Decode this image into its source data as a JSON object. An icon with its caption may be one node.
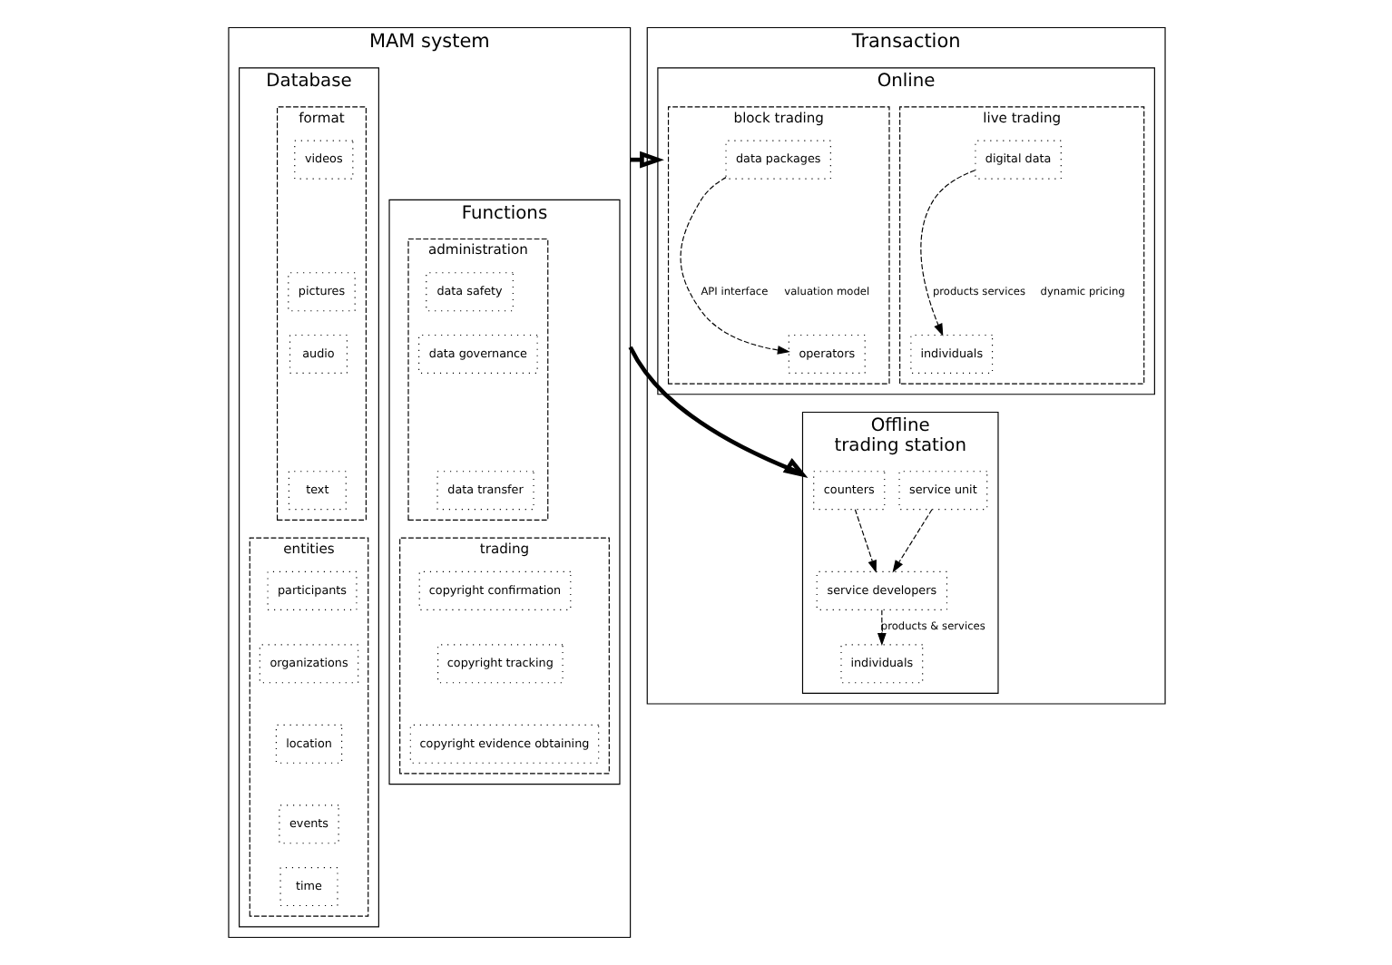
{
  "diagram": {
    "nodes": [
      {
        "text": [
          "MAM system"
        ]
      },
      {
        "text": [
          "Database"
        ],
        "in": 0
      },
      {
        "text": [
          "format"
        ],
        "in": 1
      },
      {
        "text": [
          "videos"
        ],
        "in": 2
      },
      {
        "text": [
          "pictures"
        ],
        "in": 2
      },
      {
        "text": [
          "audio"
        ],
        "in": 2
      },
      {
        "text": [
          "text"
        ],
        "in": 2
      },
      {
        "text": [
          "entities"
        ],
        "in": 1
      },
      {
        "text": [
          "participants"
        ],
        "in": 7
      },
      {
        "text": [
          "organizations"
        ],
        "in": 7
      },
      {
        "text": [
          "location"
        ],
        "in": 7
      },
      {
        "text": [
          "events"
        ],
        "in": 7
      },
      {
        "text": [
          "time"
        ],
        "in": 7
      },
      {
        "text": [
          "Functions"
        ],
        "in": 0
      },
      {
        "text": [
          "administration"
        ],
        "in": 13
      },
      {
        "text": [
          "data safety"
        ],
        "in": 14
      },
      {
        "text": [
          "data governance"
        ],
        "in": 14
      },
      {
        "text": [
          "data transfer"
        ],
        "in": 14
      },
      {
        "text": [
          "trading"
        ],
        "in": 13
      },
      {
        "text": [
          "copyright confirmation"
        ],
        "in": 18
      },
      {
        "text": [
          "copyright tracking"
        ],
        "in": 18
      },
      {
        "text": [
          "copyright evidence obtaining"
        ],
        "in": 18
      },
      {
        "text": [
          "Transaction"
        ]
      },
      {
        "text": [
          "Online"
        ],
        "in": 22
      },
      {
        "text": [
          "block trading"
        ],
        "in": 23
      },
      {
        "text": [
          "data packages"
        ],
        "in": 24
      },
      {
        "text": [
          "operators"
        ],
        "in": 24
      },
      {
        "text": [
          "live trading"
        ],
        "in": 23
      },
      {
        "text": [
          "digital data"
        ],
        "in": 27
      },
      {
        "text": [
          "individuals"
        ],
        "in": 27
      },
      {
        "text": [
          "Offline",
          "trading station"
        ],
        "in": 22
      },
      {
        "text": [
          "counters"
        ],
        "in": 30
      },
      {
        "text": [
          "service unit"
        ],
        "in": 30
      },
      {
        "text": [
          "service developers"
        ],
        "in": 30
      },
      {
        "text": [
          "individuals"
        ],
        "in": 30
      }
    ],
    "edges": [
      {
        "from": 0,
        "to": 23,
        "arrow": "to",
        "style": "thick"
      },
      {
        "from": 0,
        "to": 30,
        "arrow": "to",
        "style": "thick"
      },
      {
        "from": 25,
        "to": 26,
        "arrow": "to",
        "style": "dashed",
        "label": "API interface"
      },
      {
        "from": 28,
        "to": 29,
        "arrow": "to",
        "style": "dashed",
        "label": "products services"
      },
      {
        "from": 31,
        "to": 33,
        "arrow": "to",
        "style": "dashed"
      },
      {
        "from": 32,
        "to": 33,
        "arrow": "to",
        "style": "dashed"
      },
      {
        "from": 33,
        "to": 34,
        "arrow": "to",
        "style": "dashed",
        "label": "products & services"
      }
    ],
    "labels": [
      "valuation model",
      "dynamic pricing"
    ]
  }
}
